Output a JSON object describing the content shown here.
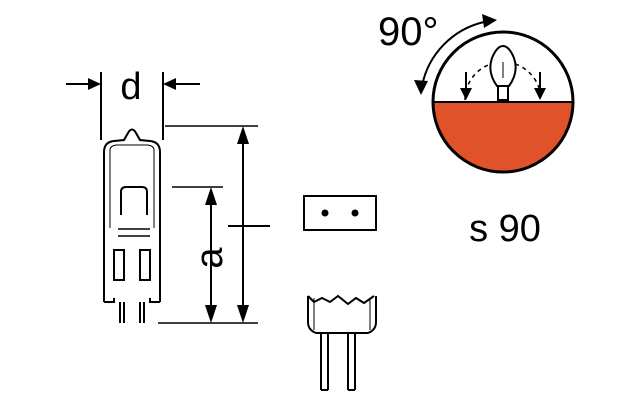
{
  "labels": {
    "d": "d",
    "a": "a",
    "angle": "90°",
    "burning_position": "s 90"
  },
  "colors": {
    "line": "#000000",
    "fill_orange": "#e0532a",
    "background": "#ffffff"
  },
  "icons": {
    "arrow": "arrow-icon",
    "lamp": "lamp-bulb-icon"
  }
}
